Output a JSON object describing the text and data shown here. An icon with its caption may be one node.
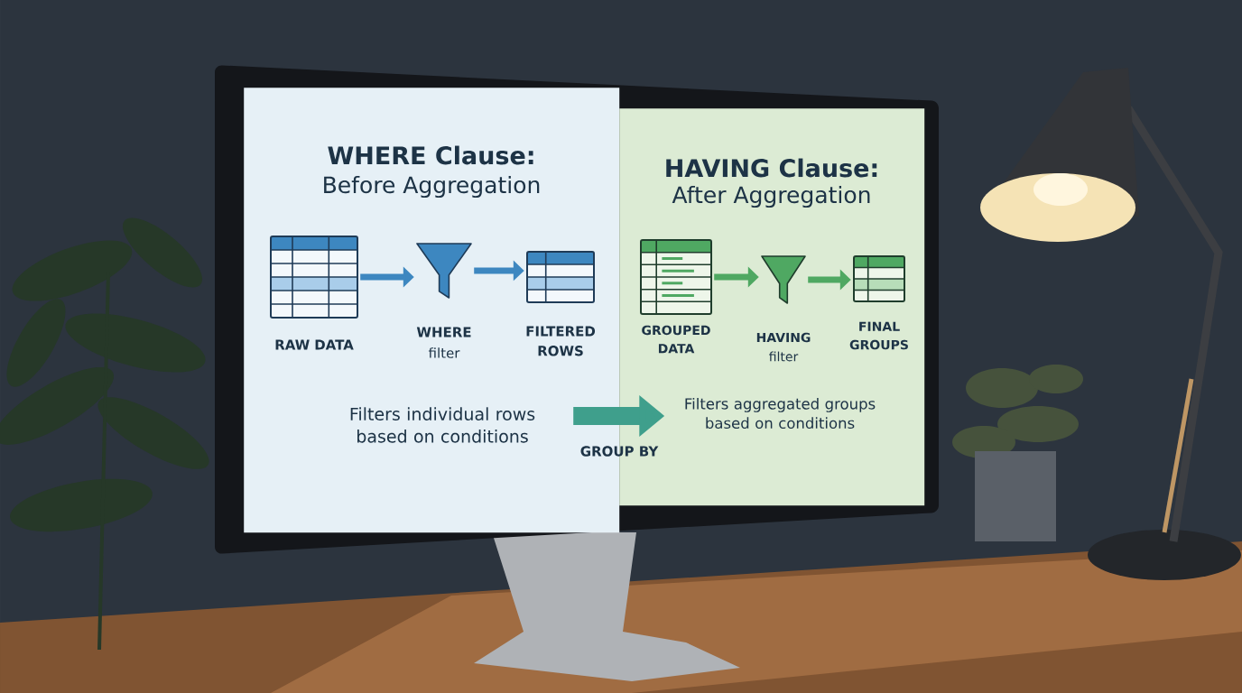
{
  "diagram": {
    "nodes": [
      {
        "text": [
          "WHERE Clause:",
          "Before Aggregation"
        ]
      },
      {
        "text": [
          "HAVING Clause:",
          "After Aggregation"
        ]
      },
      {
        "text": [
          "RAW DATA"
        ],
        "in": 0
      },
      {
        "text": [
          "WHERE",
          "filter"
        ],
        "in": 0
      },
      {
        "text": [
          "FILTERED ROWS"
        ],
        "in": 0
      },
      {
        "text": [
          "GROUPED DATA"
        ],
        "in": 1
      },
      {
        "text": [
          "HAVING",
          "filter"
        ],
        "in": 1
      },
      {
        "text": [
          "FINAL GROUPS"
        ],
        "in": 1
      },
      {
        "text": [
          "Filters individual rows based on conditions"
        ],
        "in": 0
      },
      {
        "text": [
          "Filters aggregated groups based on conditions"
        ],
        "in": 1
      }
    ],
    "edges": [
      {
        "from": 2,
        "to": 3,
        "arrow": "to",
        "color": "#3d87c0"
      },
      {
        "from": 3,
        "to": 4,
        "arrow": "to",
        "color": "#3d87c0"
      },
      {
        "from": 5,
        "to": 6,
        "arrow": "to",
        "color": "#4fa862"
      },
      {
        "from": 6,
        "to": 7,
        "arrow": "to",
        "color": "#4fa862"
      },
      {
        "from": 8,
        "to": 9,
        "arrow": "to",
        "label": "GROUP BY",
        "style": "thick",
        "color": "#3f9f8c"
      }
    ]
  }
}
